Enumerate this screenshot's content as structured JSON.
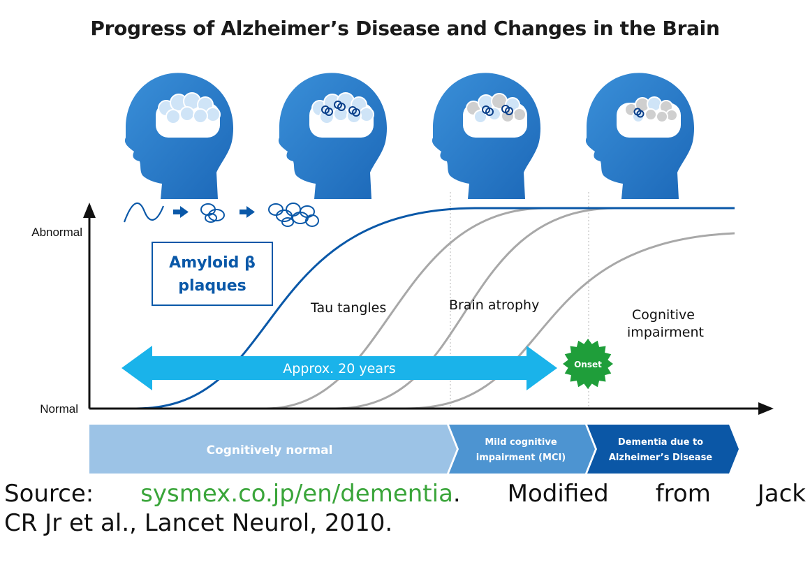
{
  "title": "Progress of Alzheimer’s Disease and Changes in the Brain",
  "axis": {
    "y_top": "Abnormal",
    "y_bottom": "Normal"
  },
  "amyloid_box": {
    "line1": "Amyloid β",
    "line2": "plaques"
  },
  "curve_labels": {
    "tau": "Tau tangles",
    "atrophy": "Brain atrophy",
    "cognitive_line1": "Cognitive",
    "cognitive_line2": "impairment"
  },
  "arrow_label": "Approx. 20 years",
  "onset_label": "Onset",
  "stages": {
    "normal": "Cognitively normal",
    "mci_line1": "Mild cognitive",
    "mci_line2": "impairment (MCI)",
    "dementia_line1": "Dementia due to",
    "dementia_line2": "Alzheimer’s Disease"
  },
  "caption": {
    "w1": "Source:",
    "link": "sysmex.co.jp/en/dementia",
    "w2": ".",
    "w3": "Modified",
    "w4": "from",
    "w5": "Jack",
    "line2": "CR Jr et al., Lancet Neurol, 2010."
  },
  "colors": {
    "blue_dark": "#0a58a8",
    "blue_head": "#1f74c4",
    "cyan_arrow": "#1ab3ea",
    "gray_curve": "#a8a8a8",
    "onset_green": "#1f9e3a",
    "stage_light": "#9cc3e6",
    "stage_mid": "#4d94d1",
    "stage_dark": "#0b57a6",
    "link_green": "#3aa53a"
  }
}
